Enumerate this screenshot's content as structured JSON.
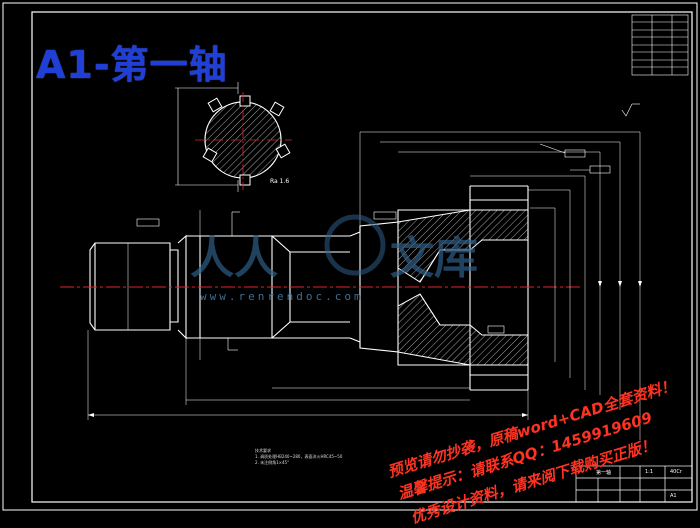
{
  "drawing_title": "A1-第一轴",
  "watermark": {
    "brand_left": "人人",
    "brand_right": "文库",
    "url": "www.renrendoc.com"
  },
  "promo_lines": [
    "预览请勿抄袭，原稿word+CAD全套资料！",
    "温馨提示：请联系QQ：1459919609",
    "优秀设计资料，请来阅下载购买正版！"
  ],
  "tech_notes_title": "技术要求",
  "tech_notes": [
    "1. 调质处理HB240~280，表面淬火HRC45~50",
    "2. 未注倒角1×45°"
  ],
  "title_block": {
    "part_name": "第一轴",
    "scale": "1:1",
    "material": "40Cr",
    "sheet": "A1"
  },
  "colors": {
    "background": "#000000",
    "outline": "#ffffff",
    "centerline": "#e0222a",
    "hatch": "#cfcfcf",
    "dimension": "#ffffff",
    "title_blue": "#1f3fd6",
    "watermark": "#2e5f86",
    "promo_red": "#ff3322"
  }
}
